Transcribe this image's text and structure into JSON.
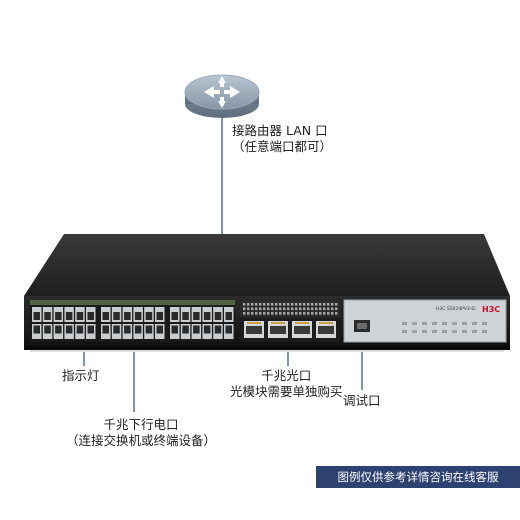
{
  "router_label": {
    "line1": "接路由器 LAN 口",
    "line2": "（任意端口都可）"
  },
  "indicator_label": "指示灯",
  "downlink_label": {
    "line1": "千兆下行电口",
    "line2": "（连接交换机或终端设备）"
  },
  "fiber_label": {
    "line1": "千兆光口",
    "line2": "光模块需要单独购买"
  },
  "console_label": "调试口",
  "footer_note": "图例仅供参考详情咨询在线客服",
  "device": {
    "brand_logo": "H3C",
    "model_text": "H3C  S5024PV3-EI"
  },
  "colors": {
    "leader_line": "#2a4a9a",
    "footer_bg": "#2e4272",
    "brand_red": "#c8102e"
  }
}
